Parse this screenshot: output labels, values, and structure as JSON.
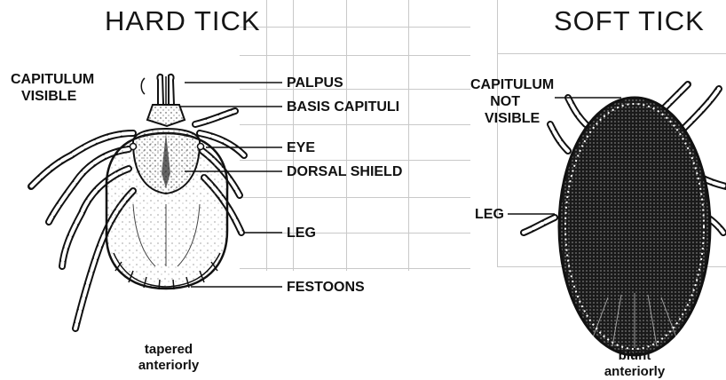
{
  "hard_tick": {
    "title": "HARD TICK",
    "labels": {
      "capitulum_line1": "CAPITULUM",
      "capitulum_line2": "VISIBLE",
      "palpus": "PALPUS",
      "basis_capituli": "BASIS CAPITULI",
      "eye": "EYE",
      "dorsal_shield": "DORSAL SHIELD",
      "leg": "LEG",
      "festoons": "FESTOONS"
    },
    "note_line1": "tapered",
    "note_line2": "anteriorly"
  },
  "soft_tick": {
    "title": "SOFT TICK",
    "labels": {
      "capitulum_line1": "CAPITULUM",
      "capitulum_line2": "NOT",
      "capitulum_line3": "VISIBLE",
      "leg": "LEG"
    },
    "note_line1": "blunt",
    "note_line2": "anteriorly"
  },
  "colors": {
    "ink": "#111111",
    "paper": "#ffffff",
    "bleed_through": "#b5b5b5"
  }
}
